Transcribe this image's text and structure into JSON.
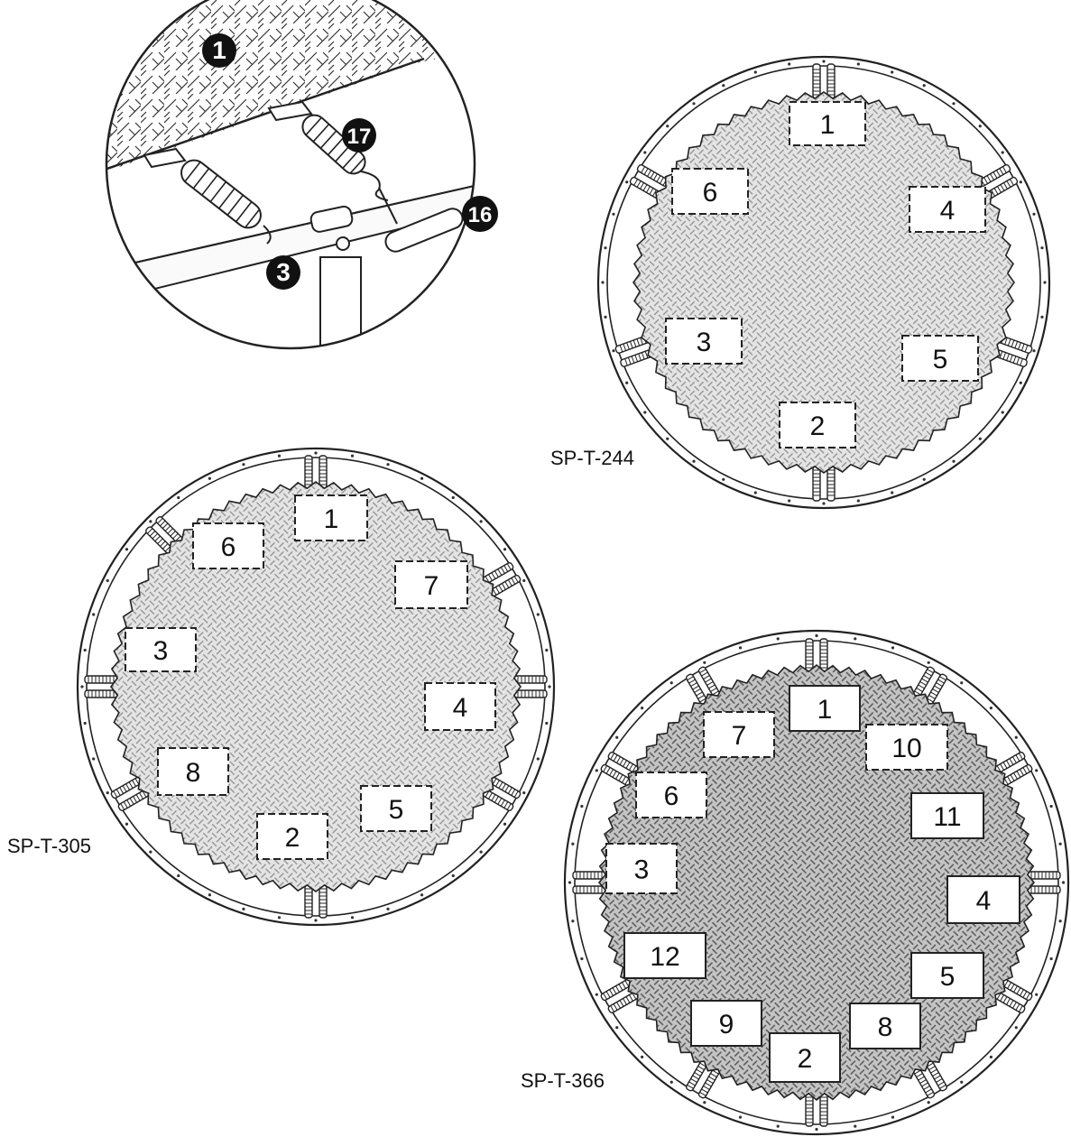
{
  "detail": {
    "callouts": [
      {
        "label": "1"
      },
      {
        "label": "17"
      },
      {
        "label": "16"
      },
      {
        "label": "3"
      }
    ]
  },
  "models": [
    {
      "name": "SP-T-244",
      "spring_order": [
        "1",
        "6",
        "4",
        "3",
        "5",
        "2"
      ]
    },
    {
      "name": "SP-T-305",
      "spring_order": [
        "1",
        "6",
        "7",
        "3",
        "4",
        "8",
        "5",
        "2"
      ]
    },
    {
      "name": "SP-T-366",
      "spring_order": [
        "1",
        "7",
        "10",
        "6",
        "11",
        "3",
        "4",
        "12",
        "5",
        "9",
        "8",
        "2"
      ]
    }
  ],
  "colors": {
    "line": "#222222",
    "mat_light": "#e2e2e2",
    "mat_dark": "#bdbdbd",
    "callout_fill": "#111111"
  }
}
